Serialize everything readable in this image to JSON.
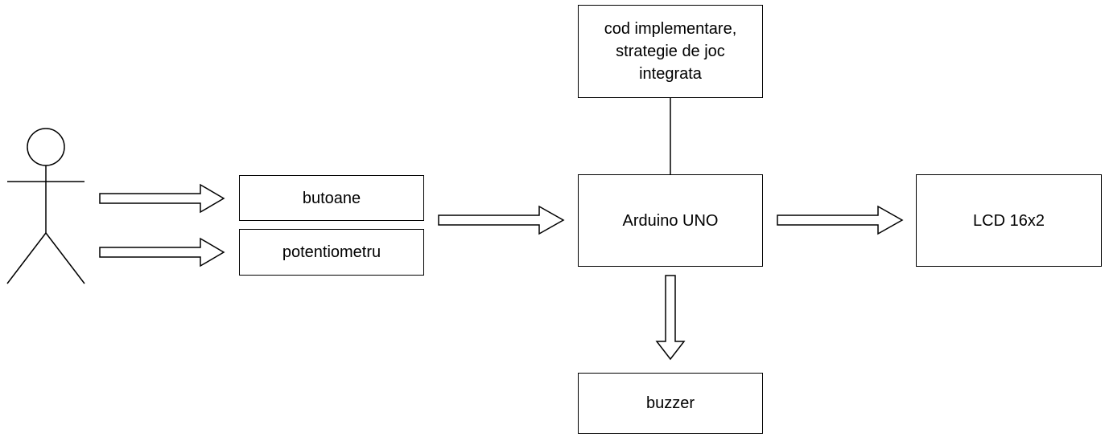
{
  "diagram": {
    "actor": {
      "icon": "stick-figure-icon"
    },
    "nodes": {
      "strategy": {
        "label": "cod implementare,\nstrategie de joc\nintegrata"
      },
      "buttons": {
        "label": "butoane"
      },
      "potentiometer": {
        "label": "potentiometru"
      },
      "arduino": {
        "label": "Arduino UNO"
      },
      "lcd": {
        "label": "LCD 16x2"
      },
      "buzzer": {
        "label": "buzzer"
      }
    },
    "colors": {
      "stroke": "#000000",
      "fill": "#ffffff"
    }
  }
}
